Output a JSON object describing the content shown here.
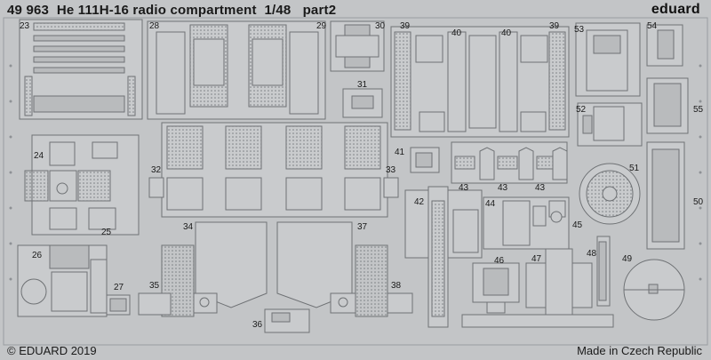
{
  "header": {
    "set_number": "49 963",
    "title": "He 111H-16 radio compartment",
    "scale": "1/48",
    "part": "part2"
  },
  "brand": {
    "logo_text": "eduard"
  },
  "footer": {
    "copyright": "© EDUARD 2019",
    "origin": "Made in Czech Republic"
  },
  "part_numbers": {
    "p23": "23",
    "p24": "24",
    "p25": "25",
    "p26": "26",
    "p27": "27",
    "p28": "28",
    "p29": "29",
    "p30": "30",
    "p31": "31",
    "p32": "32",
    "p33": "33",
    "p34": "34",
    "p35": "35",
    "p36": "36",
    "p37": "37",
    "p38": "38",
    "p39a": "39",
    "p39b": "39",
    "p40a": "40",
    "p40b": "40",
    "p41": "41",
    "p42": "42",
    "p43a": "43",
    "p43b": "43",
    "p43c": "43",
    "p44": "44",
    "p45": "45",
    "p46": "46",
    "p47": "47",
    "p48": "48",
    "p49": "49",
    "p50": "50",
    "p51": "51",
    "p52": "52",
    "p53": "53",
    "p54": "54",
    "p55": "55"
  },
  "colors": {
    "fret": "#c3c5c7",
    "part_fill": "#c9cbcd",
    "part_stroke": "#6f7275",
    "etch_dark": "#8e9195",
    "text": "#1a1a1a"
  }
}
